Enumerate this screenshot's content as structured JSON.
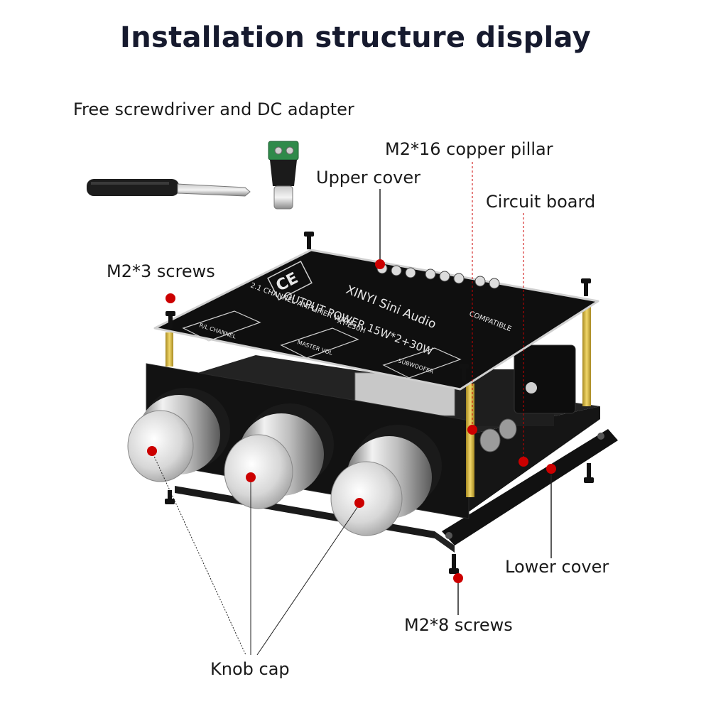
{
  "title": "Installation structure display",
  "labels": {
    "accessories": "Free screwdriver and DC adapter",
    "copper_pillar": "M2*16 copper pillar",
    "upper_cover": "Upper cover",
    "circuit_board": "Circuit board",
    "m2x3_screws": "M2*3 screws",
    "lower_cover": "Lower cover",
    "m2x8_screws": "M2*8 screws",
    "knob_cap": "Knob cap"
  },
  "board_print": {
    "brand": "XINYI Sini Audio",
    "line1": "2.1 CHANNEL AMPLIFIER WITH",
    "line2": "OUTPUT POWER 15W*2+30W",
    "model": "XY-E30H",
    "compatible": "COMPATIBLE",
    "ce": "CE",
    "ctrl1": "SUBWOOFER",
    "ctrl2": "MASTER VOL",
    "ctrl3": "R/L CHANNEL"
  },
  "colors": {
    "marker": "#cc0000",
    "title": "#161a2e",
    "pcb": "#1c1c1c",
    "pillar": "#d8b640"
  }
}
